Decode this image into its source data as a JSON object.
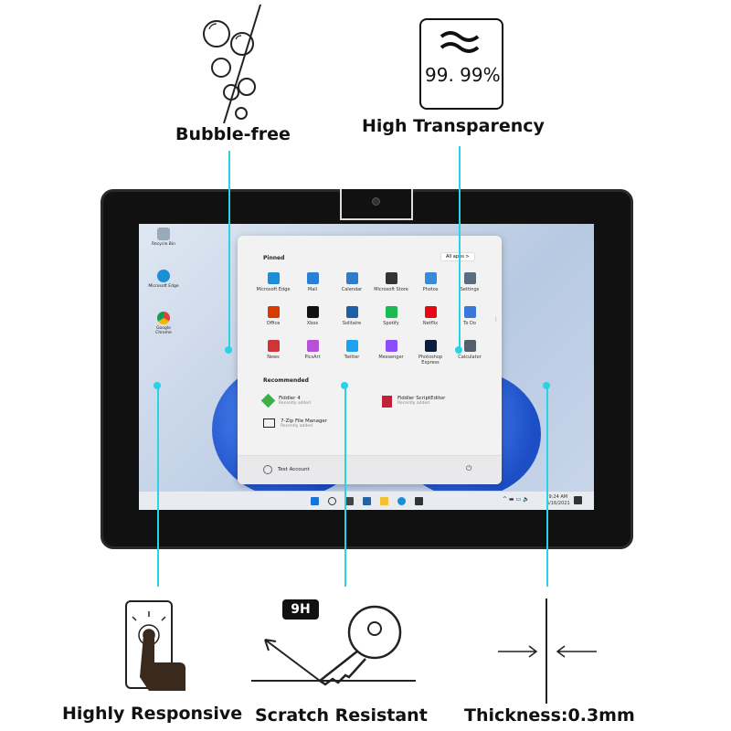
{
  "features": {
    "bubble_free": "Bubble-free",
    "high_transparency": "High Transparency",
    "transparency_value": "99. 99%",
    "highly_responsive": "Highly Responsive",
    "scratch_resistant": "Scratch Resistant",
    "hardness": "9H",
    "thickness": "Thickness:0.3mm"
  },
  "desktop": {
    "icons": [
      {
        "label": "Recycle Bin"
      },
      {
        "label": "Microsoft Edge"
      },
      {
        "label": "Google Chrome"
      }
    ]
  },
  "start_menu": {
    "pinned_label": "Pinned",
    "all_apps": "All apps  >",
    "apps": [
      {
        "label": "Microsoft Edge",
        "color": "#1b8fd6"
      },
      {
        "label": "Mail",
        "color": "#2a7fd4"
      },
      {
        "label": "Calendar",
        "color": "#2f7cc9"
      },
      {
        "label": "Microsoft Store",
        "color": "#333333"
      },
      {
        "label": "Photos",
        "color": "#3b8ad9"
      },
      {
        "label": "Settings",
        "color": "#5a6c80"
      },
      {
        "label": "Office",
        "color": "#d83b01"
      },
      {
        "label": "Xbox",
        "color": "#111111"
      },
      {
        "label": "Solitaire",
        "color": "#1f5fa8"
      },
      {
        "label": "Spotify",
        "color": "#1db954"
      },
      {
        "label": "Netflix",
        "color": "#e50914"
      },
      {
        "label": "To Do",
        "color": "#3a77d9"
      },
      {
        "label": "News",
        "color": "#d13438"
      },
      {
        "label": "PicsArt",
        "color": "#b84fd8"
      },
      {
        "label": "Twitter",
        "color": "#1da1f2"
      },
      {
        "label": "Messenger",
        "color": "#8b4dff"
      },
      {
        "label": "Photoshop Express",
        "color": "#0b1e3f"
      },
      {
        "label": "Calculator",
        "color": "#555f6b"
      }
    ],
    "recommended_label": "Recommended",
    "recommended": [
      {
        "name": "Fiddler 4",
        "sub": "Recently added",
        "color": "#3fae49"
      },
      {
        "name": "Fiddler ScriptEditor",
        "sub": "Recently added",
        "color": "#c0223a"
      },
      {
        "name": "7-Zip File Manager",
        "sub": "Recently added",
        "color": "#222222"
      }
    ],
    "user": "Test Account"
  },
  "taskbar": {
    "time": "9:24 AM",
    "date": "6/16/2021"
  },
  "accent": "#29d3e6"
}
